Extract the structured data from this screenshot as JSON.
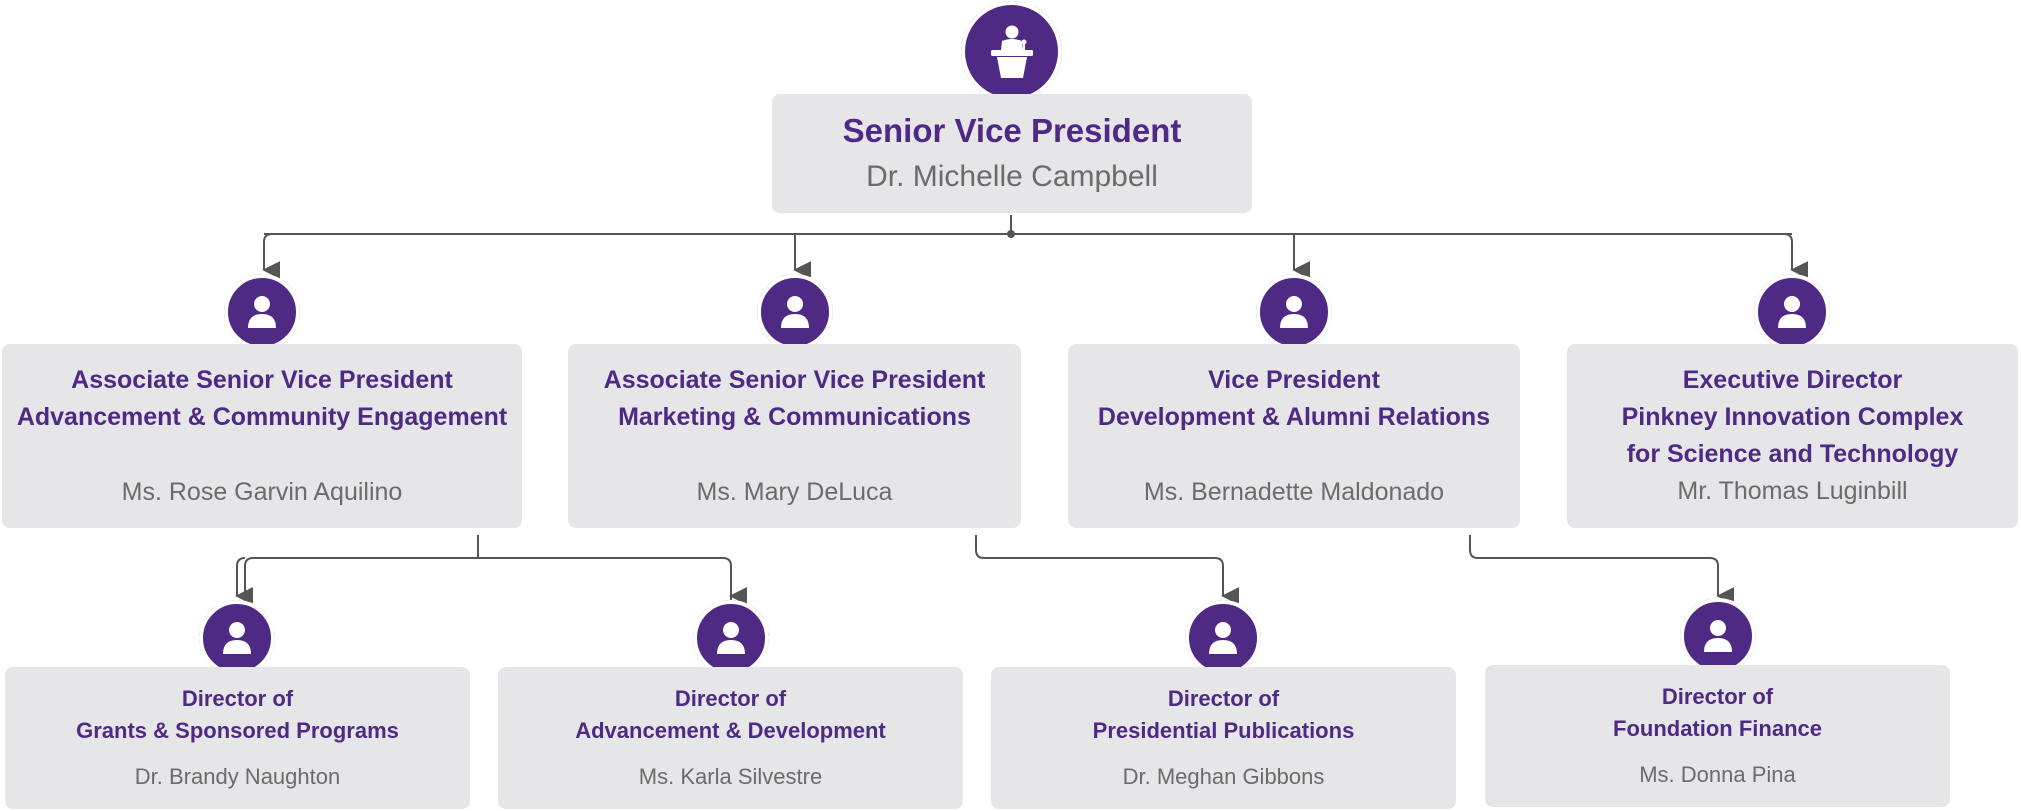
{
  "colors": {
    "accent": "#4e2a84",
    "box": "#e6e6e8",
    "name_text": "#6b6b6b",
    "connector": "#555555"
  },
  "top": {
    "icon": "speaker-podium-icon",
    "title": "Senior Vice President",
    "name": "Dr. Michelle Campbell"
  },
  "level2": [
    {
      "icon": "person-icon",
      "lines": [
        "Associate Senior Vice President",
        "Advancement & Community Engagement"
      ],
      "name": "Ms. Rose Garvin Aquilino"
    },
    {
      "icon": "person-icon",
      "lines": [
        "Associate Senior Vice President",
        "Marketing & Communications"
      ],
      "name": "Ms. Mary DeLuca"
    },
    {
      "icon": "person-icon",
      "lines": [
        "Vice President",
        "Development & Alumni Relations"
      ],
      "name": "Ms. Bernadette Maldonado"
    },
    {
      "icon": "person-icon",
      "lines": [
        "Executive Director",
        "Pinkney Innovation Complex",
        "for Science and Technology"
      ],
      "name": "Mr. Thomas Luginbill"
    }
  ],
  "level3": [
    {
      "icon": "person-icon",
      "lines": [
        "Director of",
        "Grants & Sponsored Programs"
      ],
      "name": "Dr. Brandy Naughton"
    },
    {
      "icon": "person-icon",
      "lines": [
        "Director of",
        "Advancement & Development"
      ],
      "name": "Ms. Karla Silvestre"
    },
    {
      "icon": "person-icon",
      "lines": [
        "Director of",
        "Presidential Publications"
      ],
      "name": "Dr. Meghan Gibbons"
    },
    {
      "icon": "person-icon",
      "lines": [
        "Director of",
        "Foundation Finance"
      ],
      "name": "Ms. Donna Pina"
    }
  ]
}
